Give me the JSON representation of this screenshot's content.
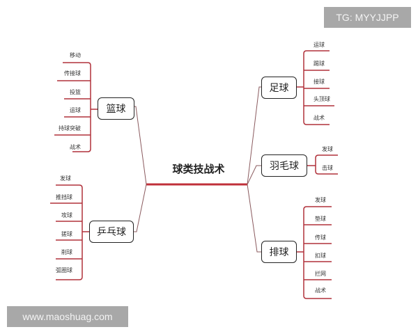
{
  "root": {
    "label": "球类技战术"
  },
  "branches": {
    "basketball": {
      "label": "篮球",
      "items": [
        "移动",
        "传接球",
        "投篮",
        "运球",
        "持球突破",
        "战术"
      ]
    },
    "pingpong": {
      "label": "乒乓球",
      "items": [
        "发球",
        "推挡球",
        "攻球",
        "搓球",
        "削球",
        "弧圈球"
      ]
    },
    "football": {
      "label": "足球",
      "items": [
        "运球",
        "踢球",
        "接球",
        "头顶球",
        "战术"
      ]
    },
    "badminton": {
      "label": "羽毛球",
      "items": [
        "发球",
        "击球"
      ]
    },
    "volleyball": {
      "label": "排球",
      "items": [
        "发球",
        "垫球",
        "传球",
        "扣球",
        "拦网",
        "战术"
      ]
    }
  },
  "watermarks": {
    "top_right": "TG: MYYJJPP",
    "bottom_left": "www.maoshuag.com"
  },
  "colors": {
    "branch_line": "#b0303a",
    "trunk_line": "#c0303a",
    "connector": "#8a5a5e"
  }
}
